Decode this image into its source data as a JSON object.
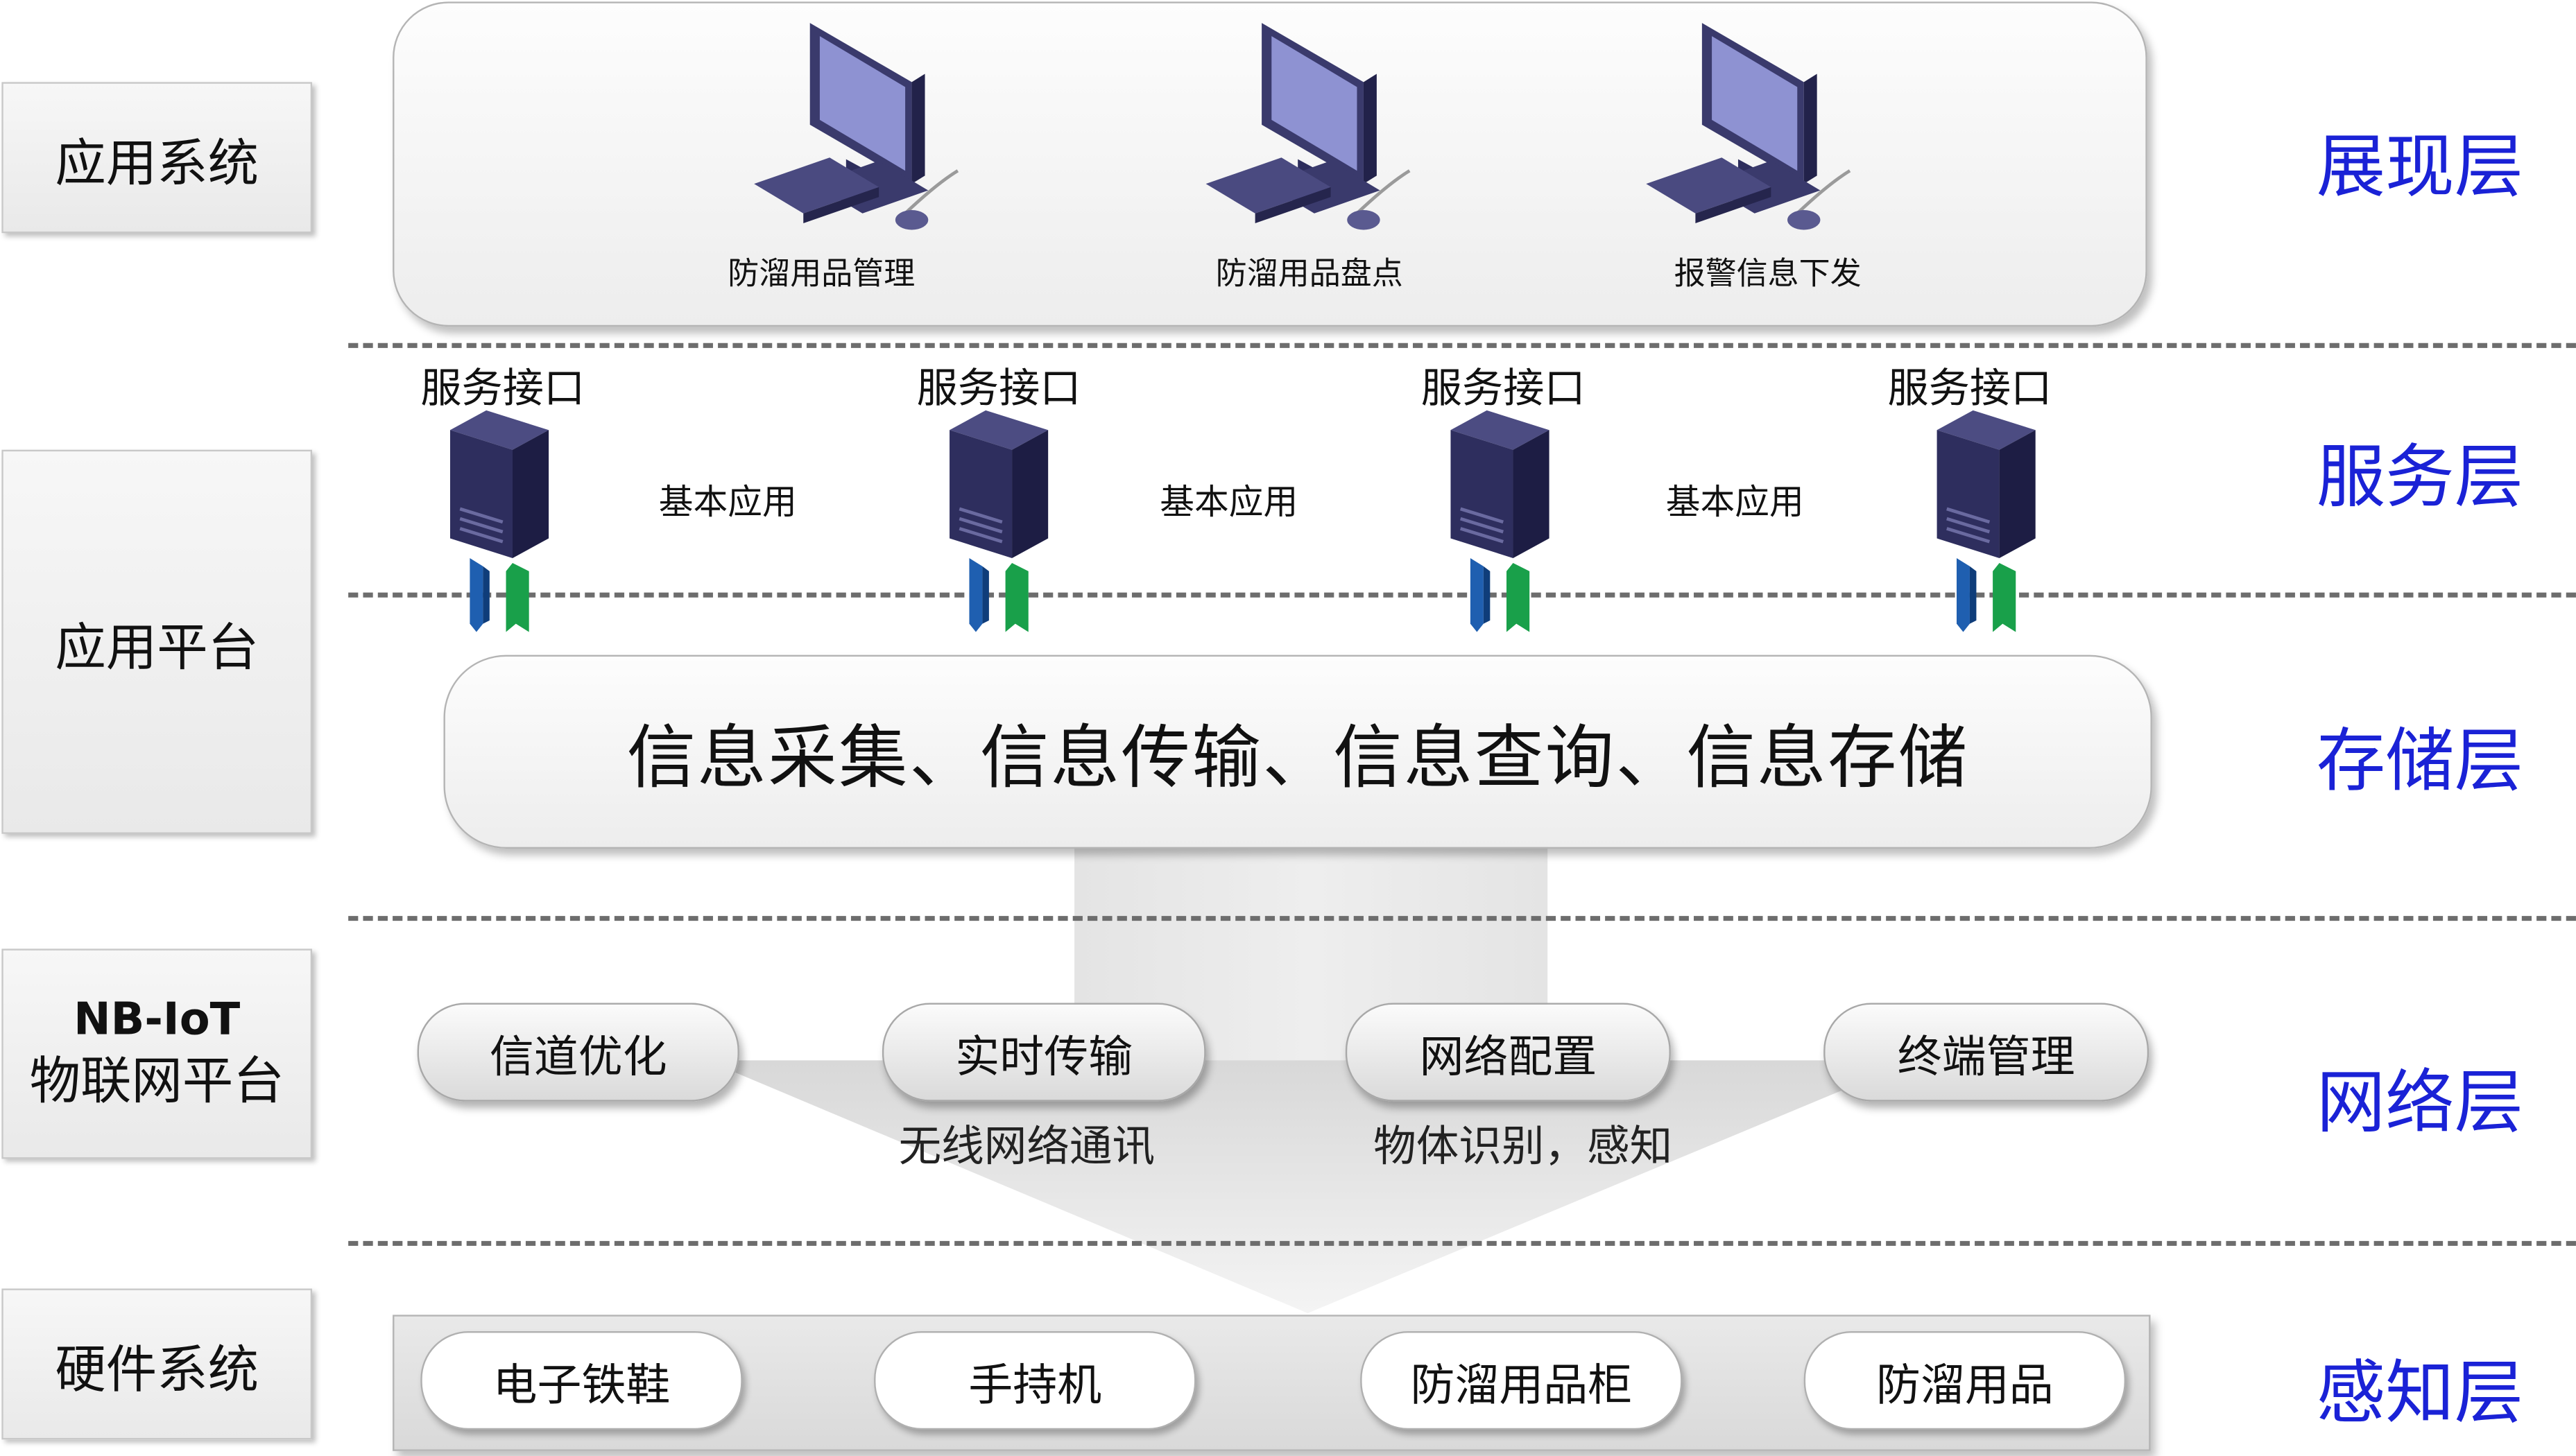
{
  "side_labels": {
    "app_system": "应用系统",
    "app_platform": "应用平台",
    "nbiot_line1": "NB-IoT",
    "nbiot_line2": "物联网平台",
    "hardware": "硬件系统"
  },
  "layers": {
    "presentation": "展现层",
    "service": "服务层",
    "storage": "存储层",
    "network": "网络层",
    "perception": "感知层"
  },
  "presentation": {
    "items": [
      "防溜用品管理",
      "防溜用品盘点",
      "报警信息下发"
    ]
  },
  "service": {
    "interfaces": [
      "服务接口",
      "服务接口",
      "服务接口",
      "服务接口"
    ],
    "apps": [
      "基本应用",
      "基本应用",
      "基本应用"
    ]
  },
  "storage": {
    "text": "信息采集、信息传输、信息查询、信息存储"
  },
  "network": {
    "pills": [
      "信道优化",
      "实时传输",
      "网络配置",
      "终端管理"
    ],
    "labels": [
      "无线网络通讯",
      "物体识别，感知"
    ]
  },
  "perception": {
    "items": [
      "电子铁鞋",
      "手持机",
      "防溜用品柜",
      "防溜用品"
    ]
  },
  "colors": {
    "layer_text": "#1a22d6",
    "monitor": "#6e6ea8",
    "server": "#2a2a5a",
    "arrow_blue": "#1f5fb0",
    "arrow_green": "#19a04a"
  }
}
